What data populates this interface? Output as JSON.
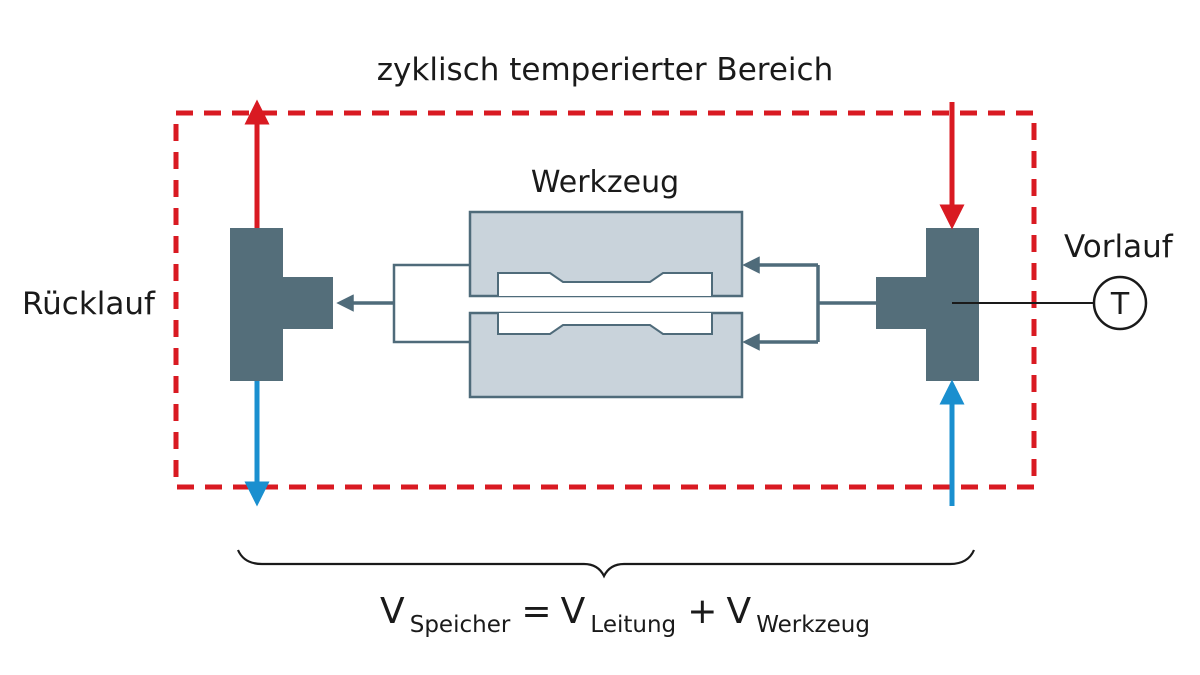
{
  "diagram": {
    "title": "zyklisch temperierter Bereich",
    "tool_label": "Werkzeug",
    "return_label": "Rücklauf",
    "supply_label": "Vorlauf",
    "sensor_label": "T",
    "equation": {
      "v1": "V",
      "sub1": "Speicher",
      "eq": "=",
      "v2": "V",
      "sub2": "Leitung",
      "plus": "+",
      "v3": "V",
      "sub3": "Werkzeug"
    }
  },
  "colors": {
    "boundary": "#d91a22",
    "hot_arrow": "#d91a22",
    "cold_arrow": "#1a8fcf",
    "manifold": "#546e7a",
    "tool_fill": "#c9d3db",
    "tool_stroke": "#4f6b7a",
    "pipe": "#4f6b7a"
  }
}
